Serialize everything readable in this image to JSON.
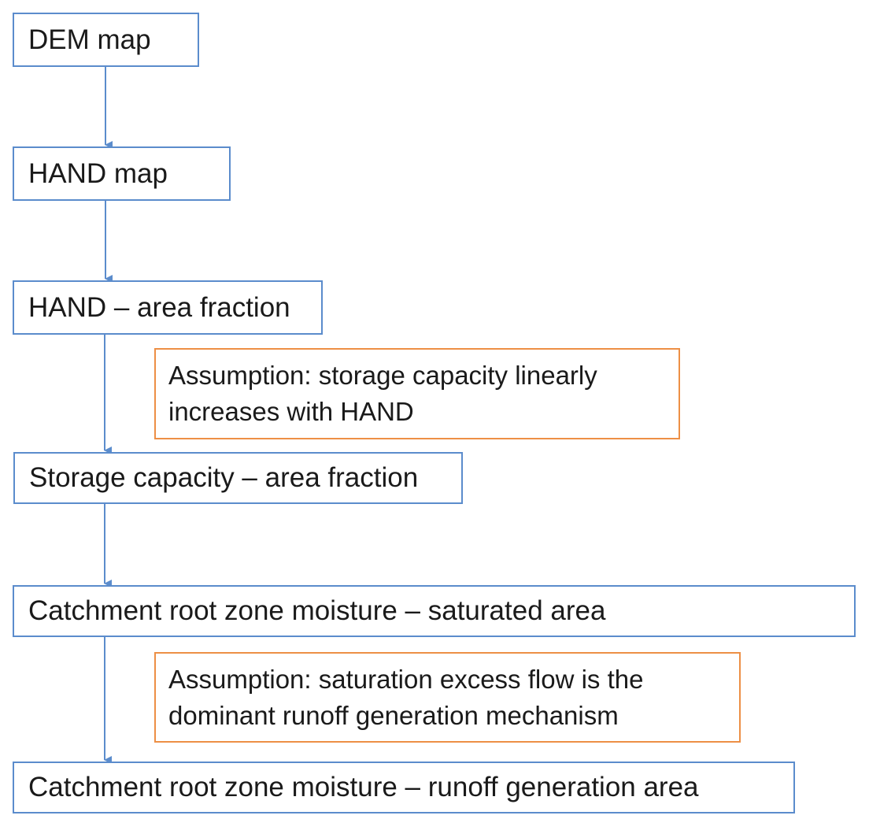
{
  "diagram": {
    "type": "flowchart",
    "direction": "top-to-bottom",
    "colors": {
      "step_border": "#5b8ccc",
      "assumption_border": "#ed8f45",
      "arrow": "#5b8ccc",
      "text": "#1a1a1a"
    },
    "steps": [
      {
        "id": "dem-map",
        "label": "DEM map"
      },
      {
        "id": "hand-map",
        "label": "HAND map"
      },
      {
        "id": "hand-area-fraction",
        "label": "HAND – area fraction"
      },
      {
        "id": "storage-capacity-area-fraction",
        "label": "Storage capacity – area fraction"
      },
      {
        "id": "saturated-area",
        "label": "Catchment root zone moisture – saturated area"
      },
      {
        "id": "runoff-generation-area",
        "label": "Catchment root zone moisture – runoff generation area"
      }
    ],
    "assumptions": [
      {
        "between": [
          "hand-area-fraction",
          "storage-capacity-area-fraction"
        ],
        "line1": "Assumption: storage capacity linearly",
        "line2": "increases with HAND"
      },
      {
        "between": [
          "saturated-area",
          "runoff-generation-area"
        ],
        "line1": "Assumption: saturation excess flow is the",
        "line2": "dominant runoff generation mechanism"
      }
    ],
    "edges": [
      {
        "from": "dem-map",
        "to": "hand-map"
      },
      {
        "from": "hand-map",
        "to": "hand-area-fraction"
      },
      {
        "from": "hand-area-fraction",
        "to": "storage-capacity-area-fraction"
      },
      {
        "from": "storage-capacity-area-fraction",
        "to": "saturated-area"
      },
      {
        "from": "saturated-area",
        "to": "runoff-generation-area"
      }
    ]
  }
}
